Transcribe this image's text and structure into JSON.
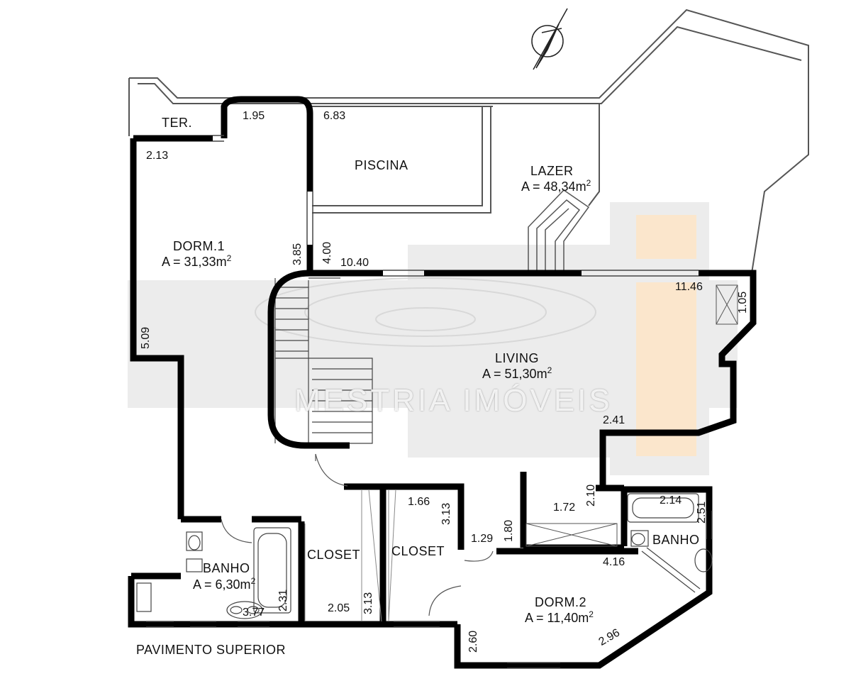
{
  "rooms": {
    "ter": "TER.",
    "piscina": "PISCINA",
    "lazer": {
      "name": "LAZER",
      "area": "A = 48,34m"
    },
    "dorm1": {
      "name": "DORM.1",
      "area": "A = 31,33m"
    },
    "living": {
      "name": "LIVING",
      "area": "A = 51,30m"
    },
    "banho1": {
      "name": "BANHO",
      "area": "A = 6,30m"
    },
    "closet1": "CLOSET",
    "closet2": "CLOSET",
    "banho2": "BANHO",
    "dorm2": {
      "name": "DORM.2",
      "area": "A = 11,40m"
    }
  },
  "unit_sup": "2",
  "dimensions": {
    "d195": "1.95",
    "d683": "6.83",
    "d213": "2.13",
    "d385": "3.85",
    "d400": "4.00",
    "d1040": "10.40",
    "d1146": "11.46",
    "d105": "1.05",
    "d509": "5.09",
    "d241": "2.41",
    "d210": "2.10",
    "d172": "1.72",
    "d214": "2.14",
    "d251": "2.51",
    "d166": "1.66",
    "d313a": "3.13",
    "d180": "1.80",
    "d129": "1.29",
    "d416": "4.16",
    "d231": "2.31",
    "d377": "3.77",
    "d205": "2.05",
    "d313b": "3.13",
    "d260": "2.60",
    "d296": "2.96"
  },
  "watermark": "MESTRIA IMÓVEIS",
  "title": "PAVIMENTO SUPERIOR"
}
